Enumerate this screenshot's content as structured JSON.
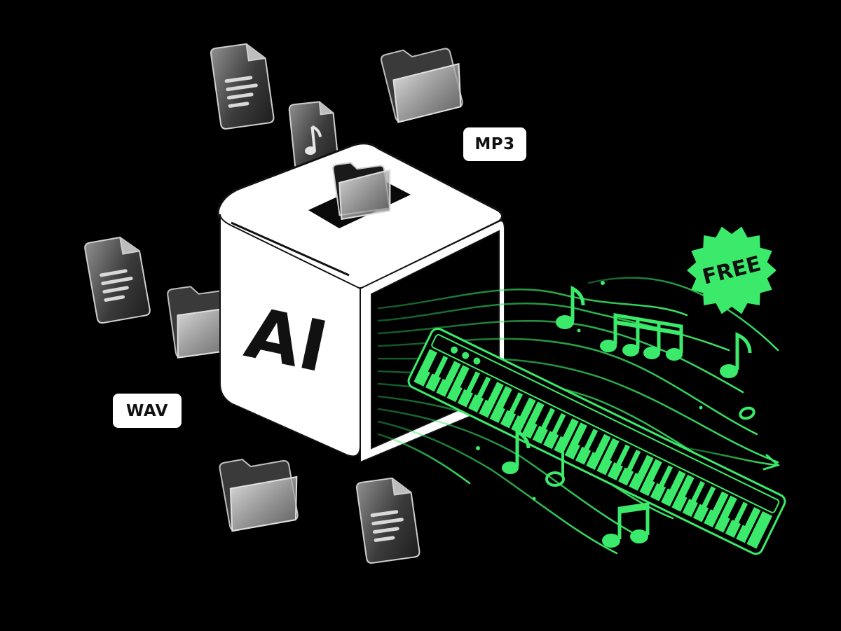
{
  "box": {
    "label": "AI"
  },
  "badges": {
    "format_mp3": "MP3",
    "format_wav": "WAV",
    "free": "FREE"
  },
  "colors": {
    "background": "#000000",
    "accent_green": "#3bea6a",
    "box_white": "#ffffff",
    "glass_icon": "#9a9a9a"
  },
  "icons": [
    "document-icon",
    "folder-icon",
    "music-file-icon",
    "folder-icon",
    "document-icon",
    "folder-icon",
    "folder-icon",
    "document-icon",
    "folder-icon"
  ],
  "decorations": [
    "eighth-note-icon",
    "beamed-notes-icon",
    "piano-keyboard-icon",
    "free-starburst-badge"
  ]
}
